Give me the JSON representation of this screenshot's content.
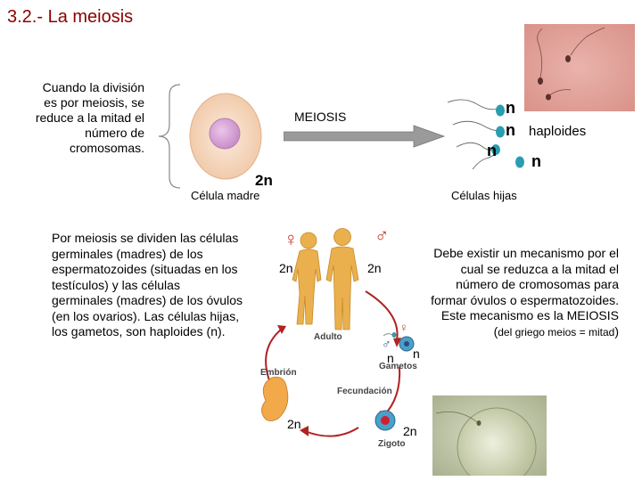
{
  "title": "3.2.- La meiosis",
  "intro": "Cuando la división es por meiosis, se reduce a la mitad el número de cromosomas.",
  "diagram_top": {
    "meiosis_label": "MEIOSIS",
    "mother_ploidy": "2n",
    "mother_caption": "Célula madre",
    "daughter_caption": "Células hijas",
    "daughter_ploidy": [
      "n",
      "n",
      "n",
      "n"
    ],
    "haploid_label": "haploides"
  },
  "left_paragraph": "Por meiosis se dividen las células germinales (madres) de los espermatozoides (situadas en los testículos) y las células germinales (madres) de los óvulos (en los ovarios). Las células hijas, los gametos, son haploides (n).",
  "right_paragraph": {
    "main": "Debe existir un mecanismo por el cual se reduzca a la mitad el número de cromosomas para formar óvulos o espermatozoides. Este mecanismo es la MEIOSIS (",
    "small": "del griego meios = mitad",
    "close": ")"
  },
  "cycle": {
    "female_symbol": "♀",
    "male_symbol": "♂",
    "adult_female_ploidy": "2n",
    "adult_male_ploidy": "2n",
    "gamete_ploidy_1": "n",
    "gamete_ploidy_2": "n",
    "embryo_ploidy": "2n",
    "zygote_ploidy": "2n",
    "label_adult": "Adulto",
    "label_gametes": "Gametos",
    "label_embryo": "Embrión",
    "label_fertilization": "Fecundación",
    "label_zygote": "Zigoto",
    "gamete_male_symbol": "♂",
    "gamete_female_symbol": "♀"
  },
  "colors": {
    "title": "#8b0000",
    "arrow_gray": "#9a9a9a",
    "cycle_arrow": "#b22222",
    "symbol_red": "#c0392b",
    "cell_fill": "#f6ddc8",
    "nucleus_fill": "#d9a8d6"
  }
}
